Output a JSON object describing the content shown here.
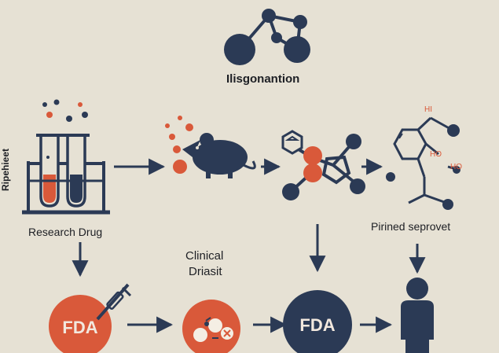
{
  "labels": {
    "top_molecule": "Ilisgonantion",
    "left_side": "Ripehieet",
    "research_drug": "Research Drug",
    "clinical_line1": "Clinical",
    "clinical_line2": "Driasit",
    "pirined": "Pirined seprovet",
    "fda_circle_left": "FDA",
    "fda_circle_right": "FDA",
    "hi": "HI",
    "ho1": "HO",
    "ho2": "HO"
  },
  "colors": {
    "background": "#e6e1d4",
    "navy": "#2b3a55",
    "orange": "#d9593a",
    "text": "#1d1f24"
  },
  "icons": [
    "molecule-icon",
    "test-tubes-icon",
    "mouse-icon",
    "compound-icon",
    "structure-icon",
    "syringe-icon",
    "pills-icon",
    "person-icon"
  ]
}
